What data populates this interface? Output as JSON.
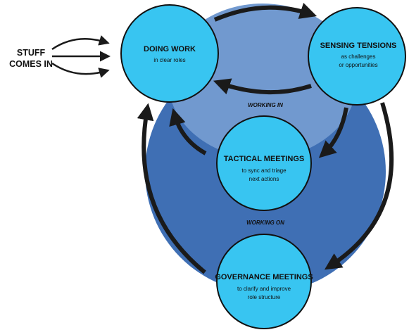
{
  "input": {
    "line1": "STUFF",
    "line2": "COMES IN"
  },
  "nodes": {
    "doing_work": {
      "title": "DOING WORK",
      "subtitle": [
        "in clear roles"
      ]
    },
    "sensing_tensions": {
      "title": "SENSING TENSIONS",
      "subtitle": [
        "as challenges",
        "or opportunities"
      ]
    },
    "tactical_meetings": {
      "title": "TACTICAL MEETINGS",
      "subtitle": [
        "to sync and triage",
        "next actions"
      ]
    },
    "governance_meetings": {
      "title": "GOVERNANCE MEETINGS",
      "subtitle": [
        "to clarify and improve",
        "role structure"
      ]
    }
  },
  "zones": {
    "working_in": "WORKING IN",
    "working_on": "WORKING ON"
  },
  "colors": {
    "node_fill": "#38c5f1",
    "node_stroke": "#111111",
    "inner_loop": "#7199cf",
    "outer_loop": "#3f6fb4",
    "arrow": "#1a1a1a"
  }
}
